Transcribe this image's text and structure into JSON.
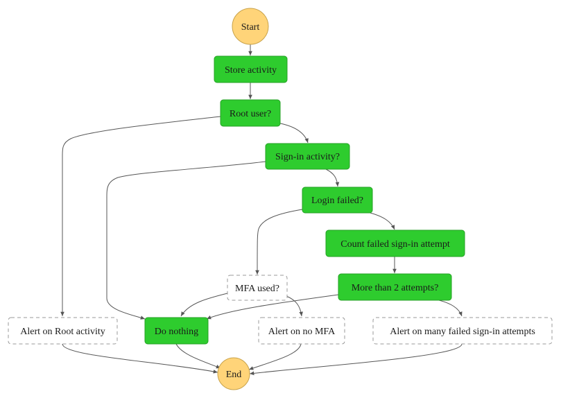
{
  "diagram": {
    "colors": {
      "terminal_fill": "#ffd479",
      "terminal_stroke": "#c8a24a",
      "task_fill": "#2ecc2e",
      "task_stroke": "#25a025",
      "pending_fill": "#ffffff",
      "pending_stroke": "#9a9a9a",
      "edge": "#555555"
    },
    "nodes": {
      "start": {
        "label": "Start",
        "kind": "terminal"
      },
      "store_activity": {
        "label": "Store activity",
        "kind": "task"
      },
      "root_user": {
        "label": "Root user?",
        "kind": "task"
      },
      "sign_in_activity": {
        "label": "Sign-in activity?",
        "kind": "task"
      },
      "login_failed": {
        "label": "Login failed?",
        "kind": "task"
      },
      "count_failed": {
        "label": "Count failed sign-in attempt",
        "kind": "task"
      },
      "more_than_2": {
        "label": "More than 2 attempts?",
        "kind": "task"
      },
      "mfa_used": {
        "label": "MFA used?",
        "kind": "pending"
      },
      "alert_root": {
        "label": "Alert on Root activity",
        "kind": "pending"
      },
      "do_nothing": {
        "label": "Do nothing",
        "kind": "task"
      },
      "alert_no_mfa": {
        "label": "Alert on no MFA",
        "kind": "pending"
      },
      "alert_many_failed": {
        "label": "Alert on many failed sign-in attempts",
        "kind": "pending"
      },
      "end": {
        "label": "End",
        "kind": "terminal"
      }
    },
    "edges": [
      {
        "from": "start",
        "to": "store_activity"
      },
      {
        "from": "store_activity",
        "to": "root_user"
      },
      {
        "from": "root_user",
        "to": "alert_root"
      },
      {
        "from": "root_user",
        "to": "sign_in_activity"
      },
      {
        "from": "sign_in_activity",
        "to": "do_nothing"
      },
      {
        "from": "sign_in_activity",
        "to": "login_failed"
      },
      {
        "from": "login_failed",
        "to": "mfa_used"
      },
      {
        "from": "login_failed",
        "to": "count_failed"
      },
      {
        "from": "count_failed",
        "to": "more_than_2"
      },
      {
        "from": "mfa_used",
        "to": "do_nothing"
      },
      {
        "from": "mfa_used",
        "to": "alert_no_mfa"
      },
      {
        "from": "more_than_2",
        "to": "do_nothing"
      },
      {
        "from": "more_than_2",
        "to": "alert_many_failed"
      },
      {
        "from": "alert_root",
        "to": "end"
      },
      {
        "from": "do_nothing",
        "to": "end"
      },
      {
        "from": "alert_no_mfa",
        "to": "end"
      },
      {
        "from": "alert_many_failed",
        "to": "end"
      }
    ]
  }
}
